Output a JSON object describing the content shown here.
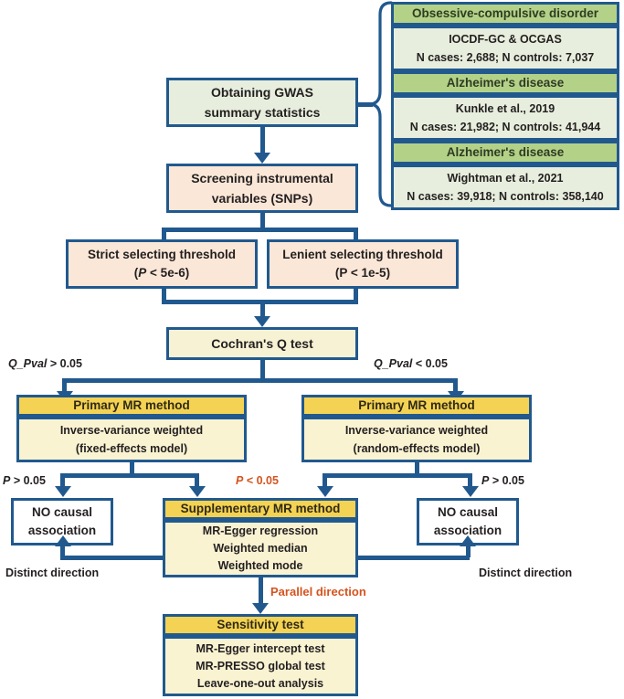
{
  "title": "Mendelian randomization study design flowchart",
  "colors": {
    "border_blue": "#21598e",
    "green_header": "#b3d288",
    "green_body": "#e7eedd",
    "peach": "#fbe7d7",
    "yellow_header": "#f4d253",
    "yellow_body": "#f9f3d2",
    "cream": "#f7f2d4",
    "orange_text": "#d4541e",
    "white": "#ffffff"
  },
  "exposure_outcome_panel": {
    "datasets": [
      {
        "disease": "Obsessive-compulsive disorder",
        "source": "IOCDF-GC & OCGAS",
        "sample": "N cases: 2,688; N controls: 7,037"
      },
      {
        "disease": "Alzheimer's disease",
        "source": "Kunkle et al., 2019",
        "sample": "N cases: 21,982; N controls: 41,944"
      },
      {
        "disease": "Alzheimer's disease",
        "source": "Wightman et al., 2021",
        "sample": "N cases: 39,918; N controls: 358,140"
      }
    ]
  },
  "steps": {
    "gwas": {
      "line1": "Obtaining GWAS",
      "line2": "summary statistics"
    },
    "screening": {
      "line1": "Screening instrumental",
      "line2": "variables (SNPs)"
    },
    "strict": {
      "line1": "Strict selecting threshold",
      "line2_pre": "(",
      "line2_p": "P",
      "line2_post": " < 5e-6)"
    },
    "lenient": {
      "line1": "Lenient selecting threshold",
      "line2": "(P < 1e-5)"
    },
    "cochran": {
      "title": "Cochran's Q test"
    },
    "primary_left": {
      "header": "Primary MR method",
      "line1": "Inverse-variance weighted",
      "line2": "(fixed-effects model)"
    },
    "primary_right": {
      "header": "Primary MR method",
      "line1": "Inverse-variance weighted",
      "line2": "(random-effects model)"
    },
    "no_causal_left": {
      "line1": "NO causal",
      "line2": "association"
    },
    "no_causal_right": {
      "line1": "NO causal",
      "line2": "association"
    },
    "supplementary": {
      "header": "Supplementary MR method",
      "line1": "MR-Egger regression",
      "line2": "Weighted median",
      "line3": "Weighted mode"
    },
    "sensitivity": {
      "header": "Sensitivity test",
      "line1": "MR-Egger intercept test",
      "line2": "MR-PRESSO global test",
      "line3": "Leave-one-out analysis"
    }
  },
  "edge_labels": {
    "q_pval_gt": {
      "italic": "Q_Pval",
      "rest": " > 0.05"
    },
    "q_pval_lt": {
      "italic": "Q_Pval",
      "rest": " < 0.05"
    },
    "p_gt_left": {
      "italic": "P",
      "rest": " > 0.05"
    },
    "p_lt_center": {
      "italic": "P",
      "rest": " < 0.05"
    },
    "p_gt_right": {
      "italic": "P",
      "rest": " > 0.05"
    },
    "distinct_left": "Distinct direction",
    "distinct_right": "Distinct direction",
    "parallel": "Parallel direction"
  }
}
